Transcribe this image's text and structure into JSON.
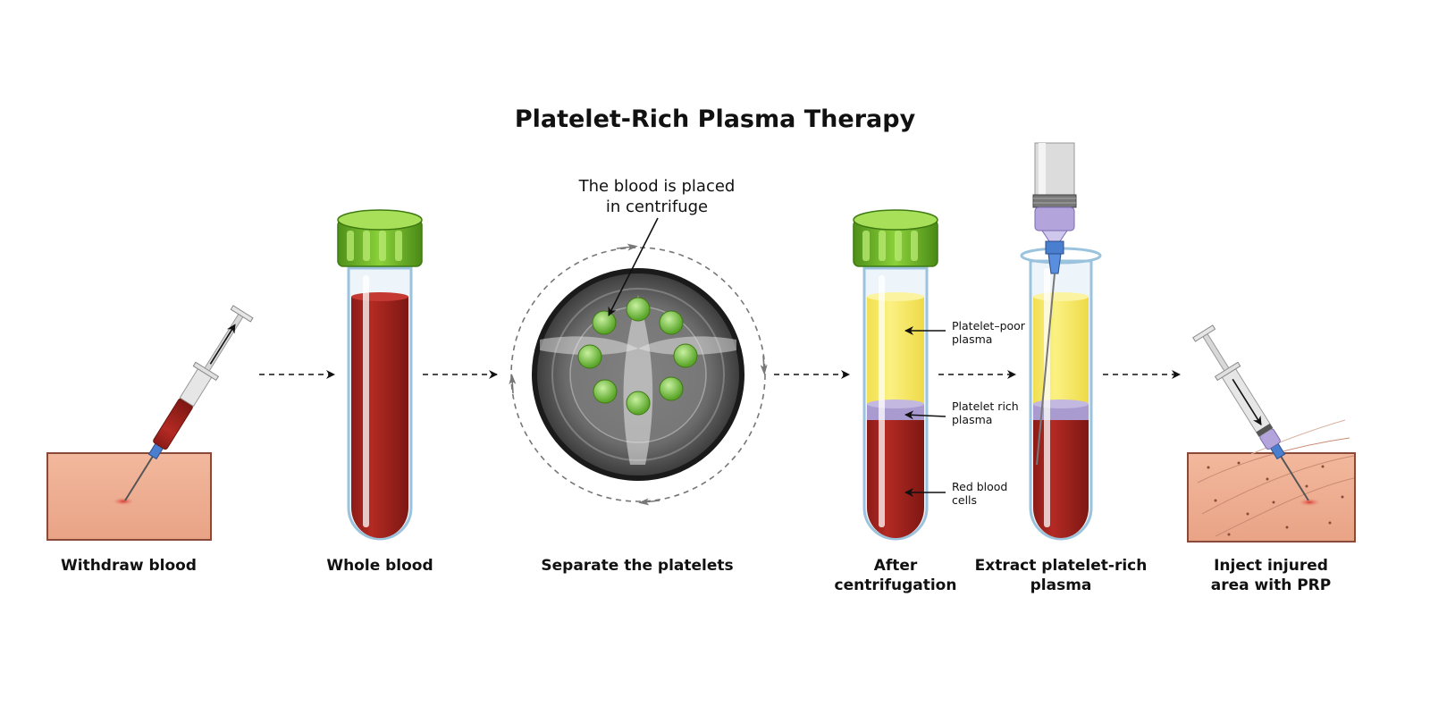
{
  "title": "Platelet-Rich Plasma Therapy",
  "steps": [
    {
      "line1": "Withdraw blood",
      "line2": ""
    },
    {
      "line1": "Whole blood",
      "line2": ""
    },
    {
      "line1": "Separate the platelets",
      "line2": ""
    },
    {
      "line1": "After",
      "line2": "centrifugation"
    },
    {
      "line1": "Extract platelet-rich",
      "line2": "plasma"
    },
    {
      "line1": "Inject injured",
      "line2": "area with PRP"
    }
  ],
  "centrifuge_note": {
    "line1": "The blood is placed",
    "line2": "in centrifuge"
  },
  "layers": [
    {
      "line1": "Platelet–poor",
      "line2": "plasma"
    },
    {
      "line1": "Platelet rich",
      "line2": "plasma"
    },
    {
      "line1": "Red blood",
      "line2": "cells"
    }
  ],
  "colors": {
    "blood": "#a5241f",
    "plasma": "#f7ec6e",
    "platelet_rich": "#a99bd0",
    "cap": "#7cbf2e",
    "skin": "#f0b49a"
  }
}
